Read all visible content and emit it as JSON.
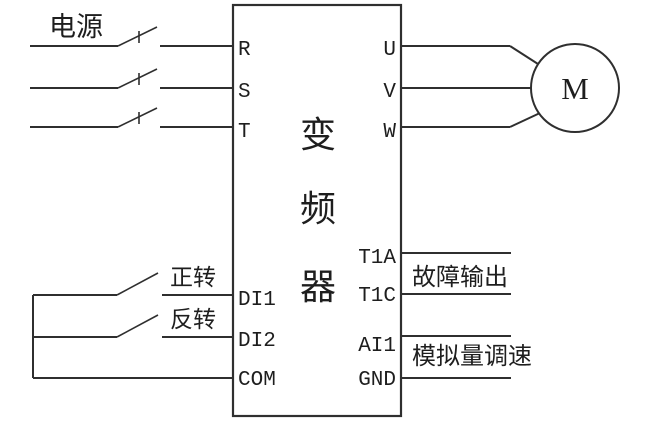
{
  "labels": {
    "power": "电源",
    "forward": "正转",
    "reverse": "反转",
    "fault_output": "故障输出",
    "analog_speed": "模拟量调速",
    "motor": "M"
  },
  "inverter": {
    "name": "变频器",
    "char1": "变",
    "char2": "频",
    "char3": "器"
  },
  "terminals": {
    "input": [
      "R",
      "S",
      "T"
    ],
    "output": [
      "U",
      "V",
      "W"
    ],
    "digital": [
      "DI1",
      "DI2",
      "COM"
    ],
    "relay": [
      "T1A",
      "T1C"
    ],
    "analog": [
      "AI1",
      "GND"
    ]
  },
  "colors": {
    "background": "#ffffff",
    "line": "#2f2f2f",
    "text": "#1e1e1e"
  }
}
